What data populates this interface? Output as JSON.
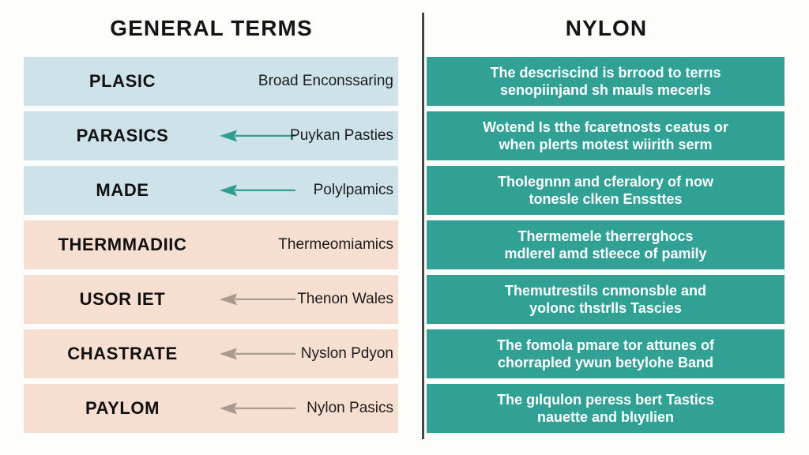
{
  "headers": {
    "left": "GENERAL TERMS",
    "right": "NYLON"
  },
  "colors": {
    "teal_block": "#31a195",
    "blue_row": "#cee2ea",
    "peach_row": "#f6ded1",
    "teal_arrow": "#2f9e90",
    "gray_arrow": "#a89a8f",
    "divider": "#464646",
    "background": "#fdfdfc"
  },
  "rows": [
    {
      "term": "PLASIC",
      "detail": "Broad Enconssaring",
      "arrow": "none",
      "tint": "blue",
      "right_line1": "The descriscind is brrood to terrıs",
      "right_line2": "senopiinjand sh mauls mecerls"
    },
    {
      "term": "PARASICS",
      "detail": "Puykan Pasties",
      "arrow": "teal",
      "tint": "blue",
      "right_line1": "Wotend Is tthe fcaretnosts ceatus or",
      "right_line2": "when plerts motest wiirith serm"
    },
    {
      "term": "MADE",
      "detail": "Polylpamics",
      "arrow": "teal",
      "tint": "blue",
      "right_line1": "Tholegnnn and cferalory of now",
      "right_line2": "tonesle clken Enssttes"
    },
    {
      "term": "THERMMADIIC",
      "detail": "Thermeomiamics",
      "arrow": "none",
      "tint": "peach",
      "right_line1": "Thermemele therrerghocs",
      "right_line2": "mdlerel amd stleece of pamily"
    },
    {
      "term": "USOR IET",
      "detail": "Thenon Wales",
      "arrow": "gray",
      "tint": "peach",
      "right_line1": "Themutrestils cnmonsble and",
      "right_line2": "yolonc thstrlls Tascies"
    },
    {
      "term": "CHASTRATE",
      "detail": "Nyslon Pdyon",
      "arrow": "gray",
      "tint": "peach",
      "right_line1": "The fomola pmare tor attunes of",
      "right_line2": "chorrapled ywun betylohe Band"
    },
    {
      "term": "PAYLOM",
      "detail": "Nylon Pasics",
      "arrow": "gray",
      "tint": "peach",
      "right_line1": "The gılqulon peress bert Tastics",
      "right_line2": "nauette and blɩyılien"
    }
  ]
}
